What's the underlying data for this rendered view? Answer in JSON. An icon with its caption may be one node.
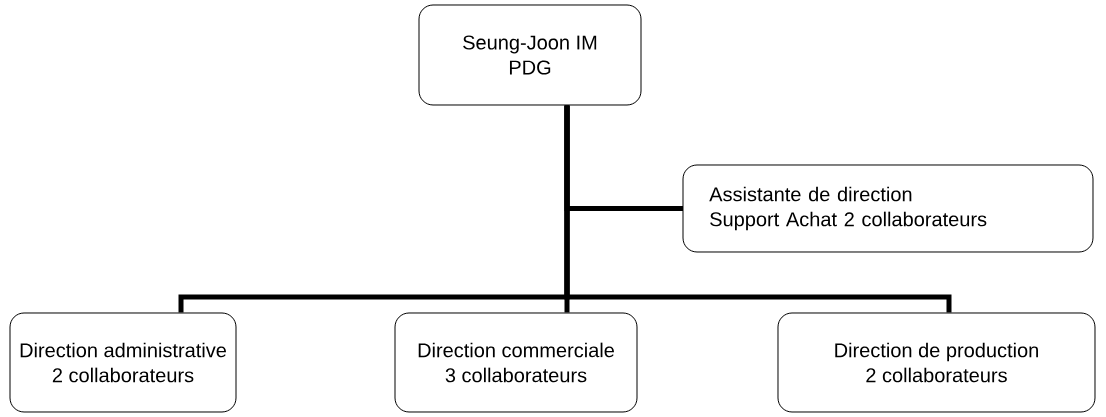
{
  "diagram": {
    "nodes": [
      {
        "text": [
          "Seung-Joon IM",
          "PDG"
        ]
      },
      {
        "text": [
          "Assistante de direction",
          "Support Achat 2 collaborateurs"
        ]
      },
      {
        "text": [
          "Direction administrative",
          "2 collaborateurs"
        ]
      },
      {
        "text": [
          "Direction commerciale",
          "3 collaborateurs"
        ]
      },
      {
        "text": [
          "Direction de production",
          "2 collaborateurs"
        ]
      }
    ],
    "edges": [
      {
        "from": 0,
        "to": 1,
        "arrow": "none"
      },
      {
        "from": 0,
        "to": 2,
        "arrow": "none"
      },
      {
        "from": 0,
        "to": 3,
        "arrow": "none"
      },
      {
        "from": 0,
        "to": 4,
        "arrow": "none"
      }
    ]
  }
}
